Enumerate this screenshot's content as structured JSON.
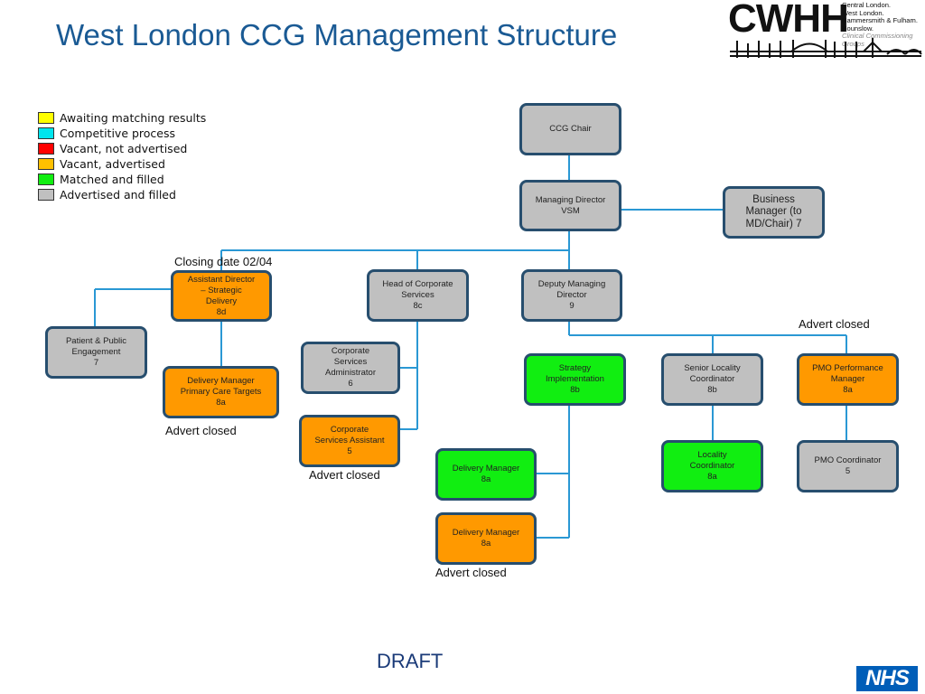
{
  "title": "West London CCG Management Structure",
  "logo": {
    "big_text": "CWHH",
    "lines": [
      "Central London.",
      "West London.",
      "Hammersmith & Fulham.",
      "Hounslow."
    ],
    "sub": "Clinical Commissioning Groups"
  },
  "colors": {
    "grey": "#c0c0c0",
    "orange": "#ff9900",
    "green": "#11ee11",
    "yellow": "#ffff00",
    "cyan": "#00e5ee",
    "red": "#ff0000",
    "line": "#2a98d4",
    "border": "#274e6e"
  },
  "legend": [
    {
      "label": "Awaiting matching results",
      "color": "#ffff00"
    },
    {
      "label": "Competitive process",
      "color": "#00e5ee"
    },
    {
      "label": "Vacant, not advertised",
      "color": "#ff0000"
    },
    {
      "label": "Vacant, advertised",
      "color": "#ffc000"
    },
    {
      "label": "Matched and filled",
      "color": "#11ee11"
    },
    {
      "label": "Advertised and filled",
      "color": "#c0c0c0"
    }
  ],
  "nodes": {
    "ccg_chair": "CCG Chair",
    "managing_director": "Managing Director\nVSM",
    "business_manager": "Business\nManager (to\nMD/Chair) 7",
    "assistant_director": "Assistant Director\n– Strategic\nDelivery\n8d",
    "head_corporate": "Head of Corporate\nServices\n8c",
    "deputy_md": "Deputy Managing\nDirector\n9",
    "patient_public": "Patient & Public\nEngagement\n7",
    "delivery_primary": "Delivery Manager\nPrimary Care Targets\n8a",
    "corp_admin": "Corporate\nServices\nAdministrator\n6",
    "corp_assistant": "Corporate\nServices Assistant\n5",
    "strategy_impl": "Strategy\nImplementation\n8b",
    "senior_locality": "Senior Locality\nCoordinator\n8b",
    "pmo_perf": "PMO Performance\nManager\n8a",
    "delivery_mgr_1": "Delivery Manager\n8a",
    "delivery_mgr_2": "Delivery Manager\n8a",
    "locality_coord": "Locality\nCoordinator\n8a",
    "pmo_coord": "PMO Coordinator\n5"
  },
  "notes": {
    "closing_date": "Closing date 02/04",
    "advert_pmo": "Advert closed",
    "advert_primary": "Advert closed",
    "advert_corp_assistant": "Advert closed",
    "advert_delivery": "Advert closed"
  },
  "footer": {
    "draft": "DRAFT",
    "nhs": "NHS"
  }
}
